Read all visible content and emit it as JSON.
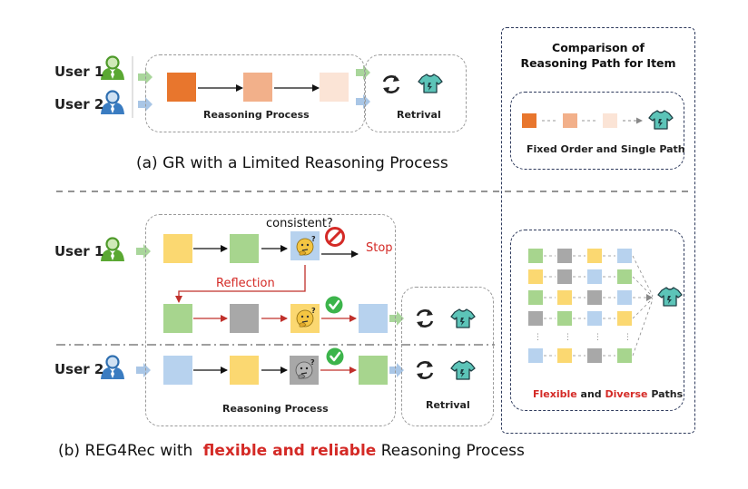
{
  "top": {
    "user1": "User 1",
    "user2": "User 2",
    "reasoning_label": "Reasoning Process",
    "retrieval_label": "Retrival",
    "caption": "(a) GR with a  Limited Reasoning Process"
  },
  "bottom": {
    "user1": "User 1",
    "user2": "User 2",
    "consistent_label": "consistent?",
    "stop_label": "Stop",
    "reflection_label": "Reflection",
    "reasoning_label": "Reasoning Process",
    "retrieval_label": "Retrival",
    "caption_prefix": "(b) REG4Rec with",
    "caption_highlight": "flexible and reliable",
    "caption_suffix": "Reasoning Process"
  },
  "right_panel": {
    "title_line1": "Comparison of",
    "title_line2": "Reasoning Path for Item",
    "fixed_label": "Fixed Order and Single Path",
    "flexible_word": "Flexible",
    "and_word": " and ",
    "diverse_word": "Diverse",
    "paths_word": " Paths"
  },
  "colors": {
    "orange_dark": "#e8762d",
    "orange_mid": "#f2b08a",
    "orange_light": "#fbe4d6",
    "yellow": "#fbd871",
    "green": "#a7d58e",
    "blue": "#b7d2ee",
    "gray": "#a8a8a8",
    "red_text": "#d42a26",
    "navy_border": "#2e3a5c"
  }
}
